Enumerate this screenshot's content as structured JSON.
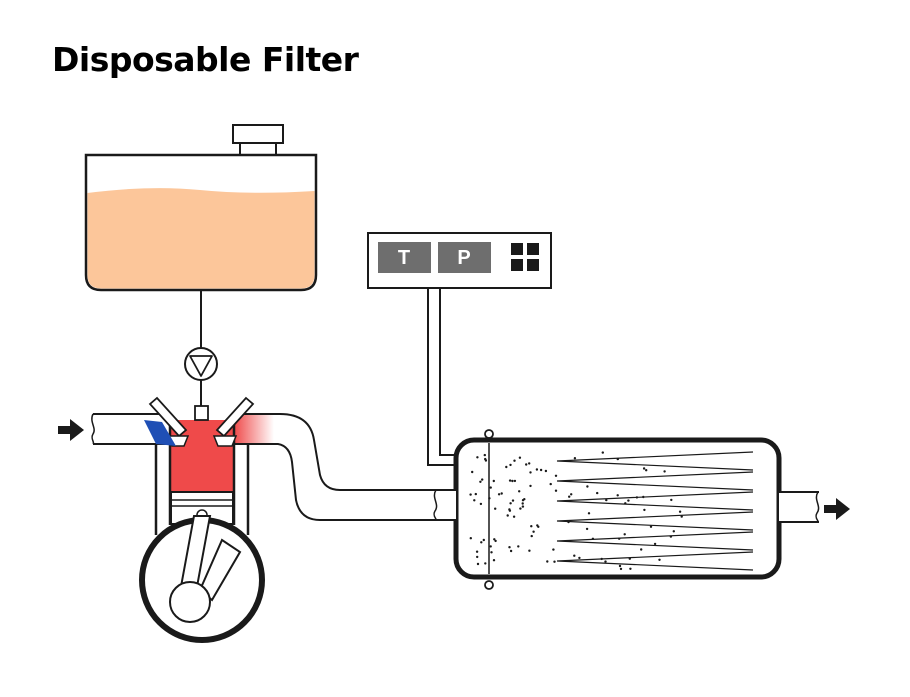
{
  "slide": {
    "title": "Disposable Filter"
  },
  "gauge": {
    "temperature_label": "T",
    "pressure_label": "P"
  },
  "colors": {
    "fuel": "#fcc69a",
    "combustion": "#ef4a4a",
    "injector": "#1f4fb5",
    "gauge_box": "#6e6e6e",
    "outline": "#1a1a1a"
  },
  "icons": [
    "inlet-arrow-icon",
    "pump-icon",
    "grid-icon",
    "outlet-arrow-icon"
  ]
}
